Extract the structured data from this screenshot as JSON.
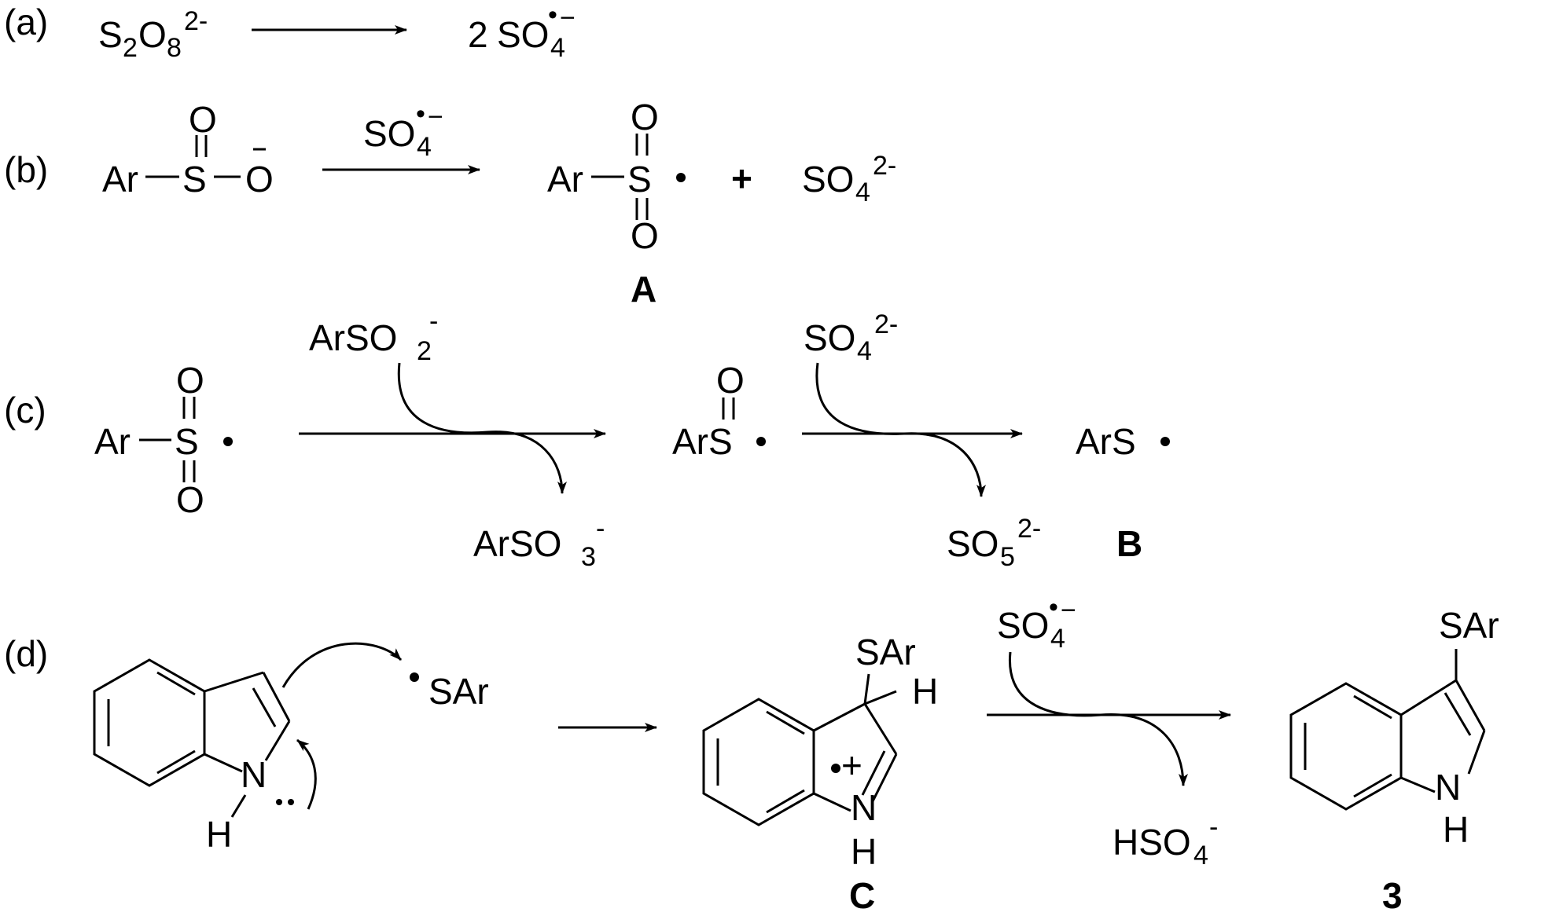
{
  "labels": {
    "a": "(a)",
    "b": "(b)",
    "c": "(c)",
    "d": "(d)"
  },
  "compounds": {
    "A": "A",
    "B": "B",
    "C": "C",
    "three": "3"
  },
  "atoms": {
    "S": "S",
    "O": "O",
    "Ar": "Ar",
    "N": "N",
    "H": "H",
    "plus": "+",
    "two": "2",
    "four": "4",
    "minus": "−",
    "charge2": "2-",
    "charge1": "-",
    "radical": "•",
    "two_coef": "2",
    "ArS": "ArS",
    "SAr": "SAr",
    "ArSO": "ArSO",
    "SO": "SO",
    "HSO": "HSO",
    "three": "3",
    "five": "5",
    "eight": "8"
  }
}
